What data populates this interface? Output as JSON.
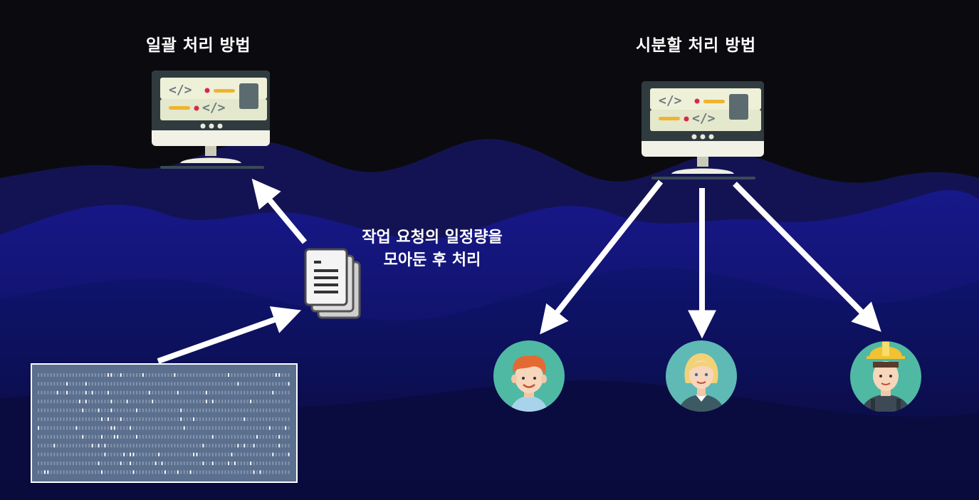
{
  "titles": {
    "batch": "일괄 처리 방법",
    "timesharing": "시분할 처리 방법"
  },
  "batch_note": {
    "line1": "작업 요청의 일정량을",
    "line2": "모아둔 후 처리"
  },
  "icons": {
    "left_computer": "monitor-code-icon",
    "right_computer": "monitor-code-icon",
    "documents": "document-stack-icon",
    "punch_card": "punch-card-image",
    "users": [
      "boy-avatar-icon",
      "woman-avatar-icon",
      "worker-avatar-icon"
    ]
  },
  "colors": {
    "background_top": "#0b0b0f",
    "background_wave": "#101a8a",
    "arrow": "#ffffff",
    "avatar_circle": "#4fb9a4"
  }
}
